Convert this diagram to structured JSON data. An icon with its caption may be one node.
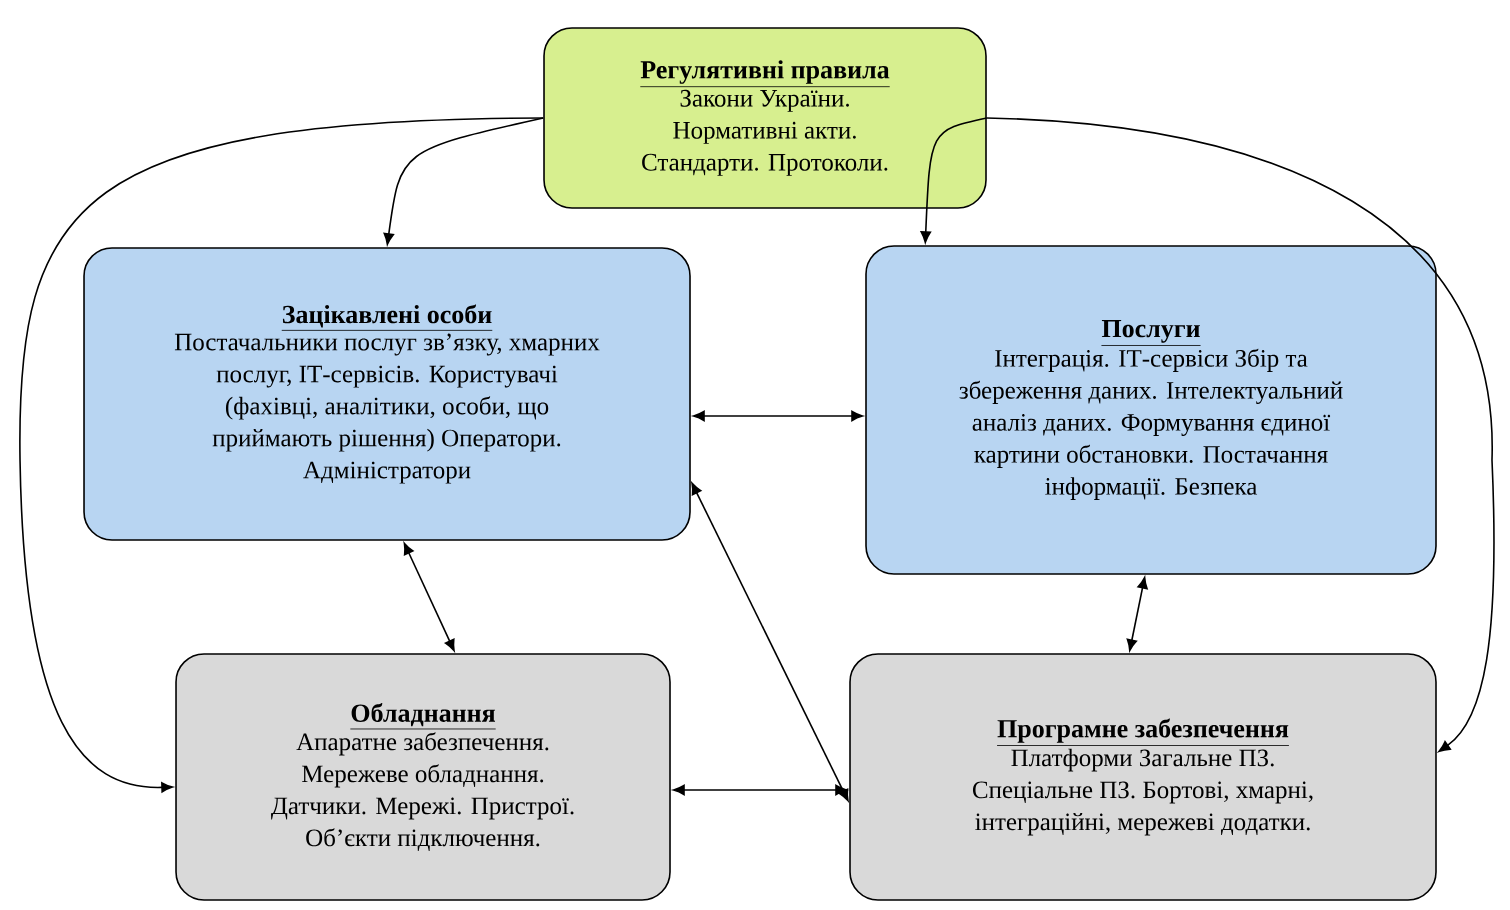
{
  "diagram": {
    "nodes": [
      {
        "text": [
          "Регулятивні правила",
          "Закони України. Нормативні акти. Стандарти. Протоколи."
        ]
      },
      {
        "text": [
          "Зацікавлені особи",
          "Постачальники послуг зв’язку, хмарних послуг, ІТ-сервісів. Користувачі (фахівці, аналітики, особи, що приймають рішення) Оператори. Адміністратори"
        ]
      },
      {
        "text": [
          "Послуги",
          "Інтеграція. ІТ-сервіси Збір та збереження даних. Інтелектуальний аналіз даних. Формування єдиної картини обстановки. Постачання інформації. Безпека"
        ]
      },
      {
        "text": [
          "Обладнання",
          "Апаратне забезпечення. Мережеве обладнання. Датчики. Мережі. Пристрої. Об’єкти підключення."
        ]
      },
      {
        "text": [
          "Програмне забезпечення",
          "Платформи Загальне ПЗ. Спеціальне ПЗ. Бортові, хмарні, інтеграційні, мережеві додатки."
        ]
      }
    ],
    "edges": [
      {
        "from": 0,
        "to": 1,
        "arrow": "to"
      },
      {
        "from": 0,
        "to": 2,
        "arrow": "to"
      },
      {
        "from": 0,
        "to": 3,
        "arrow": "to"
      },
      {
        "from": 0,
        "to": 4,
        "arrow": "to"
      },
      {
        "from": 1,
        "to": 2,
        "arrow": "both"
      },
      {
        "from": 1,
        "to": 3,
        "arrow": "both"
      },
      {
        "from": 2,
        "to": 4,
        "arrow": "both"
      },
      {
        "from": 1,
        "to": 4,
        "arrow": "both"
      },
      {
        "from": 3,
        "to": 4,
        "arrow": "both"
      }
    ]
  }
}
